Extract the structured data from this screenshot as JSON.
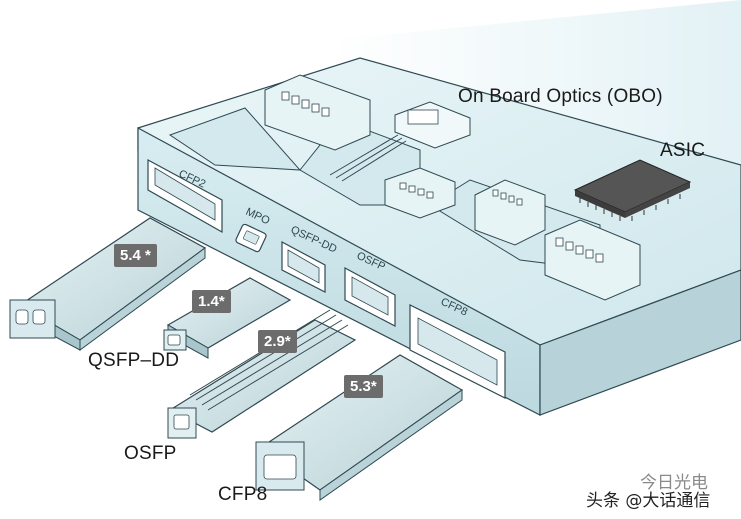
{
  "labels": {
    "obo": "On Board Optics (OBO)",
    "asic": "ASIC",
    "qsfpdd_module": "QSFP–DD",
    "osfp_module": "OSFP",
    "cfp8_module": "CFP8"
  },
  "port_labels": {
    "cfp2": "CFP2",
    "mpo": "MPO",
    "qsfpdd": "QSFP-DD",
    "osfp": "OSFP",
    "cfp8": "CFP8"
  },
  "badges": {
    "cfp2": "5.4 *",
    "qsfpdd": "1.4*",
    "osfp": "2.9*",
    "cfp8": "5.3*"
  },
  "watermark": {
    "prefix": "头条 @",
    "name": "大话通信",
    "faint_brand": "今日光电"
  },
  "colors": {
    "board_top": "#d9eef2",
    "board_side": "#c4dfe5",
    "outline": "#2f4a52",
    "module_fill": "#cfe3e6",
    "badge": "#6c6c6c",
    "asic_chip": "#555555"
  }
}
